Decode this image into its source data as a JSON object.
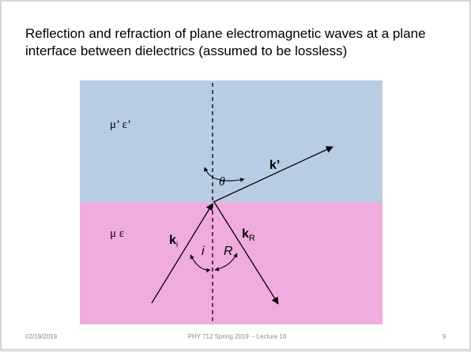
{
  "slide": {
    "title": "Reflection and refraction of plane electromagnetic waves at a plane interface between dielectrics (assumed to be lossless)",
    "footer": {
      "date": "02/19/2019",
      "center": "PHY 712  Spring 2019 -- Lecture 16",
      "page": "9"
    }
  },
  "diagram": {
    "colors": {
      "upper_medium": "#b8cce4",
      "lower_medium": "#f0acdc",
      "lines": "#000000"
    },
    "labels": {
      "upper_medium": "μ’ ε’",
      "lower_medium": "μ ε",
      "theta": "θ",
      "k_prime": "k’",
      "k_i_main": "k",
      "k_i_sub": "i",
      "k_R_main": "k",
      "k_R_sub": "R",
      "angle_i": "i",
      "angle_R": "R"
    }
  }
}
